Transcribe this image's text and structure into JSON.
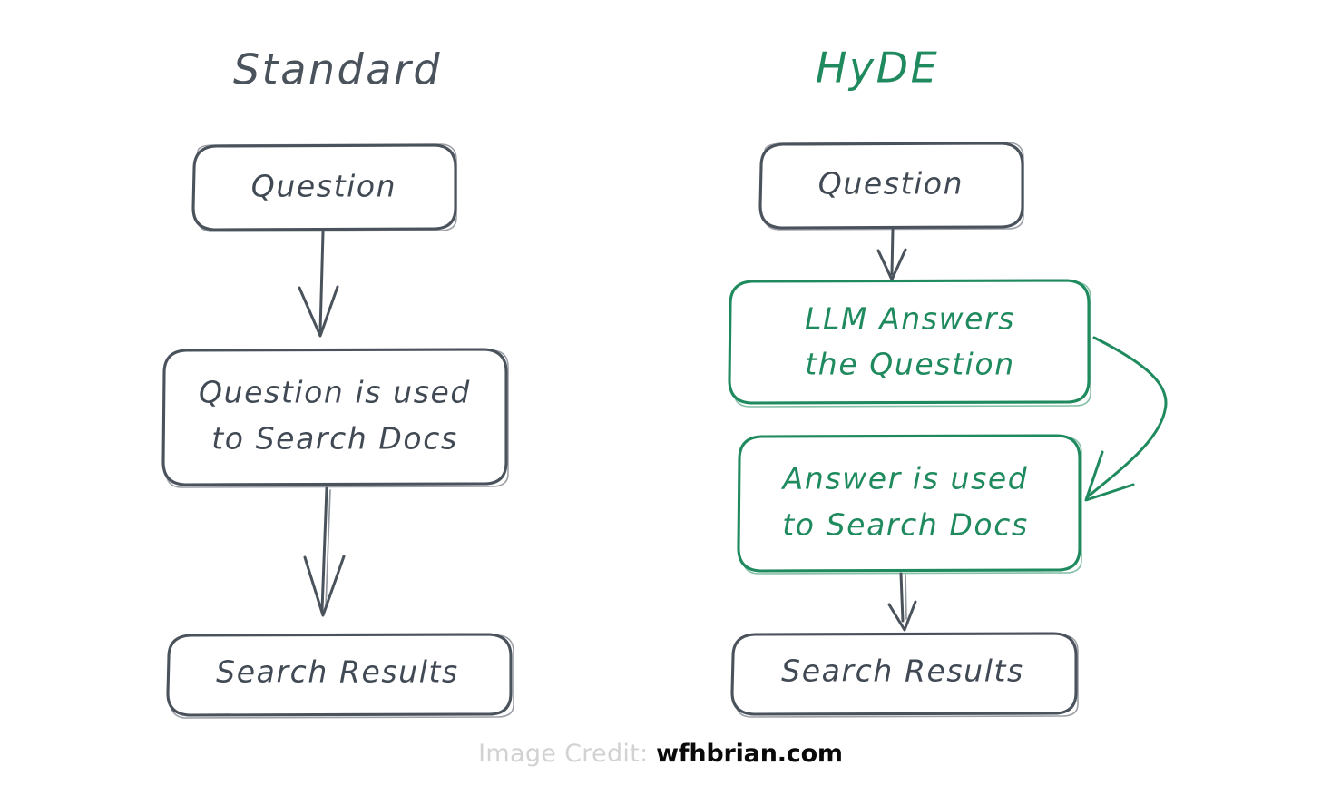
{
  "palette": {
    "background": "#ffffff",
    "ink_dark": "#4a525c",
    "ink_green": "#1f8a5e",
    "credit_muted": "#d2d2d4",
    "credit_strong": "#0a0a0a"
  },
  "columns": [
    {
      "id": "standard",
      "title": "Standard",
      "accent": "#4a525c",
      "nodes": [
        {
          "id": "question",
          "lines": [
            "Question"
          ]
        },
        {
          "id": "search-docs",
          "lines": [
            "Question is used",
            "to Search Docs"
          ]
        },
        {
          "id": "search-results",
          "lines": [
            "Search Results"
          ]
        }
      ],
      "connectors": [
        {
          "id": "question-to-search-docs",
          "kind": "arrow-down"
        },
        {
          "id": "search-docs-to-results",
          "kind": "arrow-down"
        }
      ]
    },
    {
      "id": "hyde",
      "title": "HyDE",
      "accent": "#1f8a5e",
      "nodes": [
        {
          "id": "question",
          "lines": [
            "Question"
          ]
        },
        {
          "id": "llm-answers",
          "lines": [
            "LLM Answers",
            "the Question"
          ]
        },
        {
          "id": "answer-search-docs",
          "lines": [
            "Answer is used",
            "to Search Docs"
          ]
        },
        {
          "id": "search-results",
          "lines": [
            "Search Results"
          ]
        }
      ],
      "connectors": [
        {
          "id": "question-to-llm",
          "kind": "arrow-down"
        },
        {
          "id": "llm-to-answer-search",
          "kind": "arrow-curved-right"
        },
        {
          "id": "answer-search-to-results",
          "kind": "arrow-down"
        }
      ]
    }
  ],
  "credit": {
    "prefix": "Image Credit:",
    "source": "wfhbrian.com"
  }
}
